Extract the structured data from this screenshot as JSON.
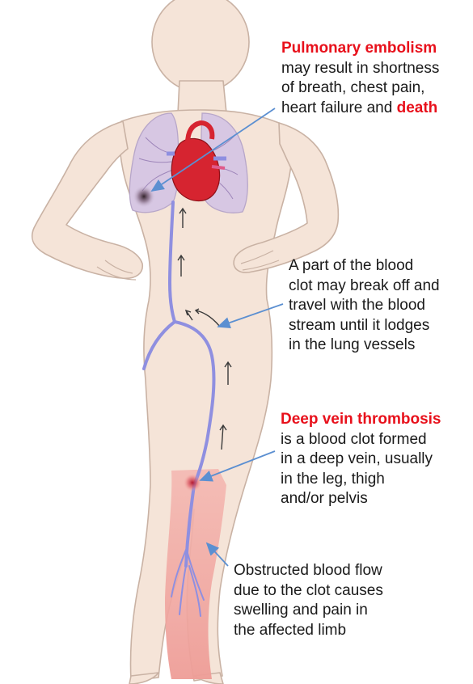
{
  "colors": {
    "skin": "#f5e4d8",
    "skin_outline": "#c9b2a4",
    "lungs": "#d7c7e3",
    "vein": "#8f8fe0",
    "heart": "#d62430",
    "leg_swelling": "#f2a9a4",
    "callout_line": "#5b8fd1",
    "highlight": "#e8101b"
  },
  "callouts": [
    {
      "heading": "Pulmonary embolism",
      "lines": [
        "may result in shortness",
        "of breath, chest pain,",
        "heart failure and "
      ],
      "emphasis": "death"
    },
    {
      "lines": [
        "A part of the blood",
        "clot may break off and",
        "travel with the blood",
        "stream until it lodges",
        "in the lung vessels"
      ]
    },
    {
      "heading": "Deep vein thrombosis",
      "lines": [
        "is a blood clot formed",
        "in a deep vein, usually",
        "in the leg, thigh",
        "and/or pelvis"
      ]
    },
    {
      "lines": [
        "Obstructed blood flow",
        "due to the clot causes",
        "swelling and pain in",
        "the affected limb"
      ]
    }
  ]
}
